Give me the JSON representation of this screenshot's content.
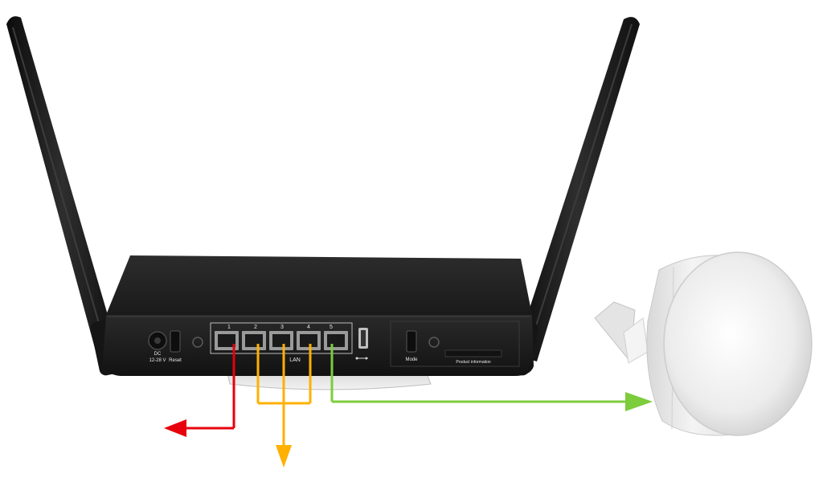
{
  "router": {
    "port_numbers": [
      "1",
      "2",
      "3",
      "4",
      "5"
    ],
    "lan_label": "LAN",
    "dc_label": "DC",
    "voltage_label": "12-28 V",
    "reset_label": "Reset",
    "mode_label": "Mode",
    "product_info_label": "Product information",
    "usb_icon": "usb-icon",
    "body_color": "#1e1e1e"
  },
  "arrows": {
    "wan_color": "#e8000c",
    "lan_color": "#ffb000",
    "outdoor_unit_color": "#7ccc3c"
  }
}
